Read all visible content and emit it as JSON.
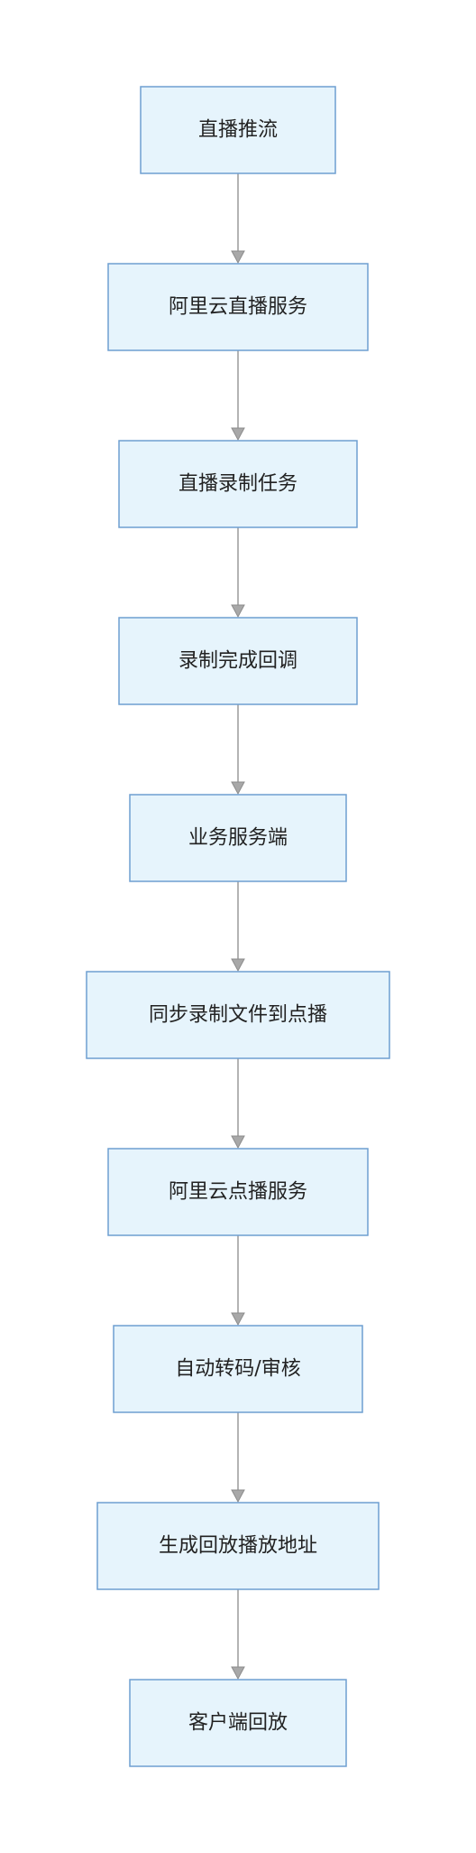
{
  "diagram": {
    "type": "flowchart",
    "direction": "top-to-bottom",
    "colors": {
      "node_fill": "#e6f4fc",
      "node_border": "#6f9fd1",
      "text": "#222222",
      "edge": "#9a9a9a",
      "arrowhead": "#a8a8a8"
    },
    "nodes": [
      {
        "id": "n1",
        "label": "直播推流"
      },
      {
        "id": "n2",
        "label": "阿里云直播服务"
      },
      {
        "id": "n3",
        "label": "直播录制任务"
      },
      {
        "id": "n4",
        "label": "录制完成回调"
      },
      {
        "id": "n5",
        "label": "业务服务端"
      },
      {
        "id": "n6",
        "label": "同步录制文件到点播"
      },
      {
        "id": "n7",
        "label": "阿里云点播服务"
      },
      {
        "id": "n8",
        "label": "自动转码/审核"
      },
      {
        "id": "n9",
        "label": "生成回放播放地址"
      },
      {
        "id": "n10",
        "label": "客户端回放"
      }
    ],
    "edges": [
      {
        "from": "n1",
        "to": "n2"
      },
      {
        "from": "n2",
        "to": "n3"
      },
      {
        "from": "n3",
        "to": "n4"
      },
      {
        "from": "n4",
        "to": "n5"
      },
      {
        "from": "n5",
        "to": "n6"
      },
      {
        "from": "n6",
        "to": "n7"
      },
      {
        "from": "n7",
        "to": "n8"
      },
      {
        "from": "n8",
        "to": "n9"
      },
      {
        "from": "n9",
        "to": "n10"
      }
    ]
  }
}
